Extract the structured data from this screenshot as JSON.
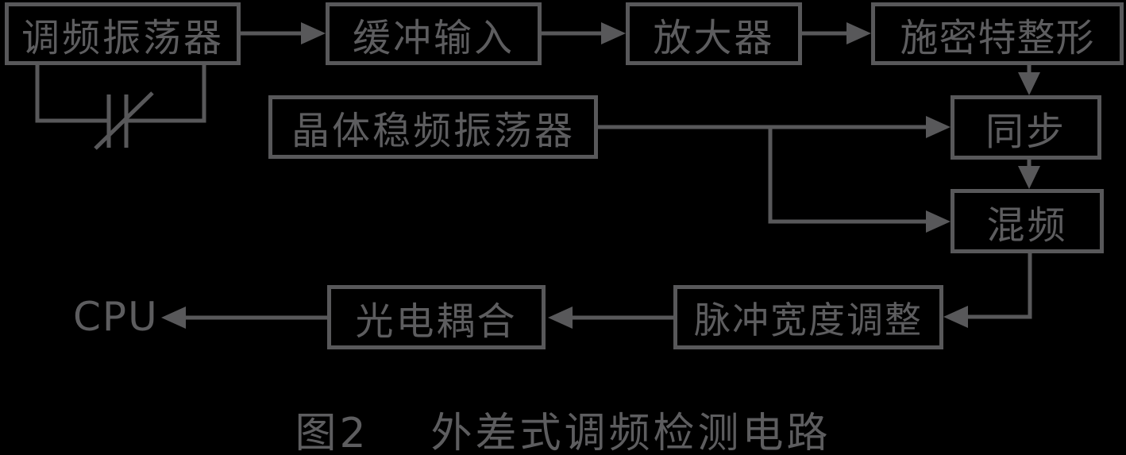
{
  "diagram": {
    "boxes": [
      {
        "label": "调频振荡器"
      },
      {
        "label": "缓冲输入"
      },
      {
        "label": "放大器"
      },
      {
        "label": "施密特整形"
      },
      {
        "label": "晶体稳频振荡器"
      },
      {
        "label": "同步"
      },
      {
        "label": "混频"
      },
      {
        "label": "脉冲宽度调整"
      },
      {
        "label": "光电耦合"
      }
    ],
    "cpu_label": "CPU",
    "caption": {
      "number": "图2",
      "title": "外差式调频检测电路"
    },
    "icons": [
      {
        "name": "variable-capacitor-symbol"
      }
    ],
    "colors": {
      "background": "#000000",
      "stroke": "#58585a",
      "text": "#5d5d5f"
    }
  }
}
